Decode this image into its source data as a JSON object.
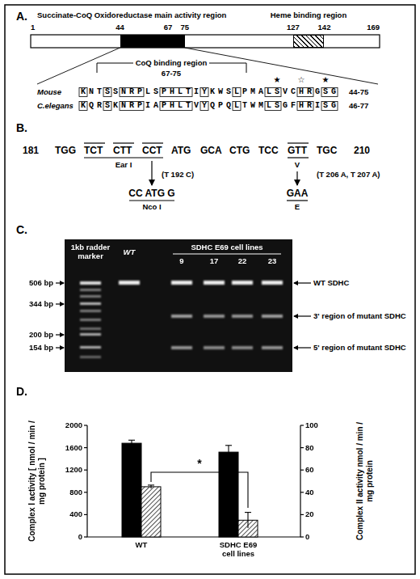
{
  "diagram": {
    "nodes": [
      {
        "text": [
          "Succinate-CoQ Oxidoreductase main activity region"
        ]
      },
      {
        "text": [
          "Heme binding region"
        ]
      }
    ],
    "labels": [
      "A.",
      "1",
      "44",
      "67",
      "75",
      "127",
      "142",
      "169",
      "CoQ binding region",
      "67-75",
      "★",
      "☆",
      "★",
      "Mouse",
      "KNTSSNRPLSPHLTIYKWSLPMALSVCHRGSG",
      "44-75",
      "C.elegans",
      "KQRSKNRPIAPHLTVYQPQLTWMLSGFHRISG",
      "46-77",
      "B.",
      "181",
      "TGG",
      "TCT",
      "CTT",
      "CCT",
      "ATG",
      "GCA",
      "CTG",
      "TCC",
      "GTT",
      "TGC",
      "210",
      "Ear I",
      "V",
      "(T 192 C)",
      "CC ATG G",
      "Nco I",
      "(T 206 A, T 207 A)",
      "GAA",
      "E",
      "C.",
      "1kb radder marker",
      "WT",
      "SDHC E69 cell lines",
      "9",
      "17",
      "22",
      "23",
      "506 bp",
      "344 bp",
      "200 bp",
      "154 bp",
      "WT SDHC",
      "3' region of mutant SDHC",
      "5' region of mutant SDHC",
      "D.",
      "Complex I activity [ nmol / min / mg protein ]",
      "Complex II activity nmol / min / mg protein",
      "2000",
      "1600",
      "1200",
      "800",
      "400",
      "0",
      "100",
      "80",
      "60",
      "40",
      "20",
      "0",
      "*",
      "WT",
      "SDHC E69 cell lines"
    ]
  }
}
